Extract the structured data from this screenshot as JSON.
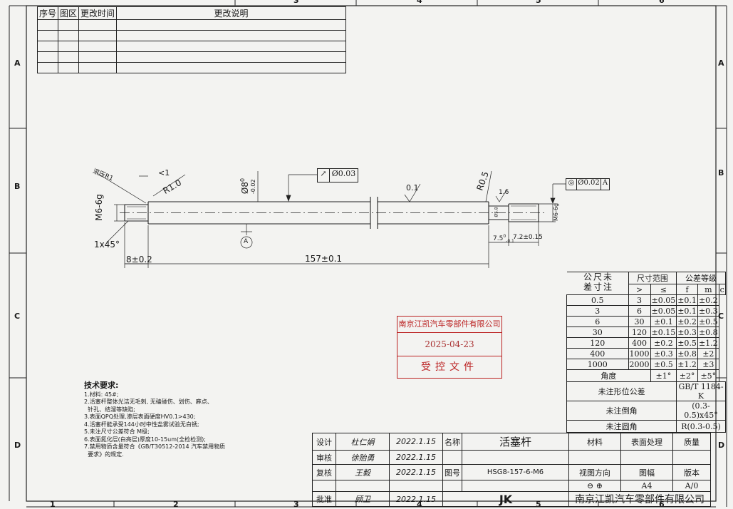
{
  "revision_table": {
    "headers": [
      "序号",
      "图区",
      "更改时间",
      "更改说明"
    ]
  },
  "zones": {
    "columns": [
      "1",
      "2",
      "3",
      "4",
      "5",
      "6"
    ],
    "rows": [
      "A",
      "B",
      "C",
      "D"
    ]
  },
  "drawing": {
    "flag_note": "滚压R1",
    "chamfer_angle": "<1",
    "radius_r1": "R1.0",
    "diameter": "Ø8",
    "diameter_tol_upper": "0",
    "diameter_tol_lower": "-0.02",
    "runout_symbol": "↗",
    "runout_value": "Ø0.03",
    "roughness_0_1": "0.1",
    "radius_r05": "R0.5",
    "roughness_1_6": "1.6",
    "coaxial_symbol": "◎",
    "coaxial_value": "Ø0.02",
    "coaxial_datum": "A",
    "thread_left": "M6-6g",
    "thread_right": "M6-6g",
    "chamfer_note": "1x45°",
    "datum_label": "A",
    "dim_left": "8±0.2",
    "dim_total": "157±0.1",
    "dim_groove_nominal": "7.5",
    "dim_groove_tol_upper": "0",
    "dim_groove_tol_lower": "-0.1",
    "dim_right": "7.2±0.15",
    "small_dia": "Ø5.8"
  },
  "tolerance_table": {
    "title_range": "尺寸范围",
    "title_grade": "公差等级",
    "side_label": "未注尺寸公差",
    "sub_headers": [
      ">",
      "≤",
      "f",
      "m",
      "c"
    ],
    "rows": [
      [
        "0.5",
        "3",
        "±0.05",
        "±0.1",
        "±0.2"
      ],
      [
        "3",
        "6",
        "±0.05",
        "±0.1",
        "±0.3"
      ],
      [
        "6",
        "30",
        "±0.1",
        "±0.2",
        "±0.5"
      ],
      [
        "30",
        "120",
        "±0.15",
        "±0.3",
        "±0.8"
      ],
      [
        "120",
        "400",
        "±0.2",
        "±0.5",
        "±1.2"
      ],
      [
        "400",
        "1000",
        "±0.3",
        "±0.8",
        "±2"
      ],
      [
        "1000",
        "2000",
        "±0.5",
        "±1.2",
        "±3"
      ]
    ],
    "angle_row": [
      "角度",
      "±1°",
      "±2°",
      "±5°"
    ],
    "extra_rows": [
      [
        "未注形位公差",
        "GB/T 1184-K"
      ],
      [
        "未注倒角",
        "(0.3-0.5)x45°"
      ],
      [
        "未注圆角",
        "R(0.3-0.5)"
      ]
    ]
  },
  "stamp": {
    "company": "南京江凯汽车零部件有限公司",
    "date": "2025-04-23",
    "status": "受控文件"
  },
  "tech_notes": {
    "heading": "技术要求:",
    "items": [
      "1.材料: 45#;",
      "2.活塞杆整体光洁无毛刺, 无磕碰伤、划伤、麻点、",
      "  针孔、结溜等缺陷;",
      "3.表面QPQ处理,渗层表面硬度HV0.1>430;",
      "4.活塞杆能承受144小时中性盐雾试验无白锈;",
      "5.未注尺寸公差符合 M级;",
      "6.表面氮化层(白亮层)厚度10-15um(全检检测);",
      "7.禁用物质含量符合《GB/T30512-2014 汽车禁用物质",
      "  要求》的规定."
    ]
  },
  "title_block": {
    "design_label": "设计",
    "review_label": "审核",
    "recheck_label": "复核",
    "approve_label": "批准",
    "design_sig": "杜仁娟",
    "design_date": "2022.1.15",
    "review_sig": "徐贻勇",
    "review_date": "2022.1.15",
    "recheck_sig": "王毅",
    "recheck_date": "2022.1.15",
    "approve_sig": "顾卫",
    "approve_date": "2022.1.15",
    "name_label": "名称",
    "part_name": "活塞杆",
    "drawing_no_label": "图号",
    "drawing_no": "HSG8-157-6-M6",
    "material_label": "材料",
    "surface_label": "表面处理",
    "quantity_label": "质量",
    "view_label": "视图方向",
    "format_label": "图幅",
    "version_label": "版本",
    "view_symbol": "⊖ ⊕",
    "format": "A4",
    "version": "A/0",
    "logo": "JK",
    "company": "南京江凯汽车零部件有限公司"
  }
}
